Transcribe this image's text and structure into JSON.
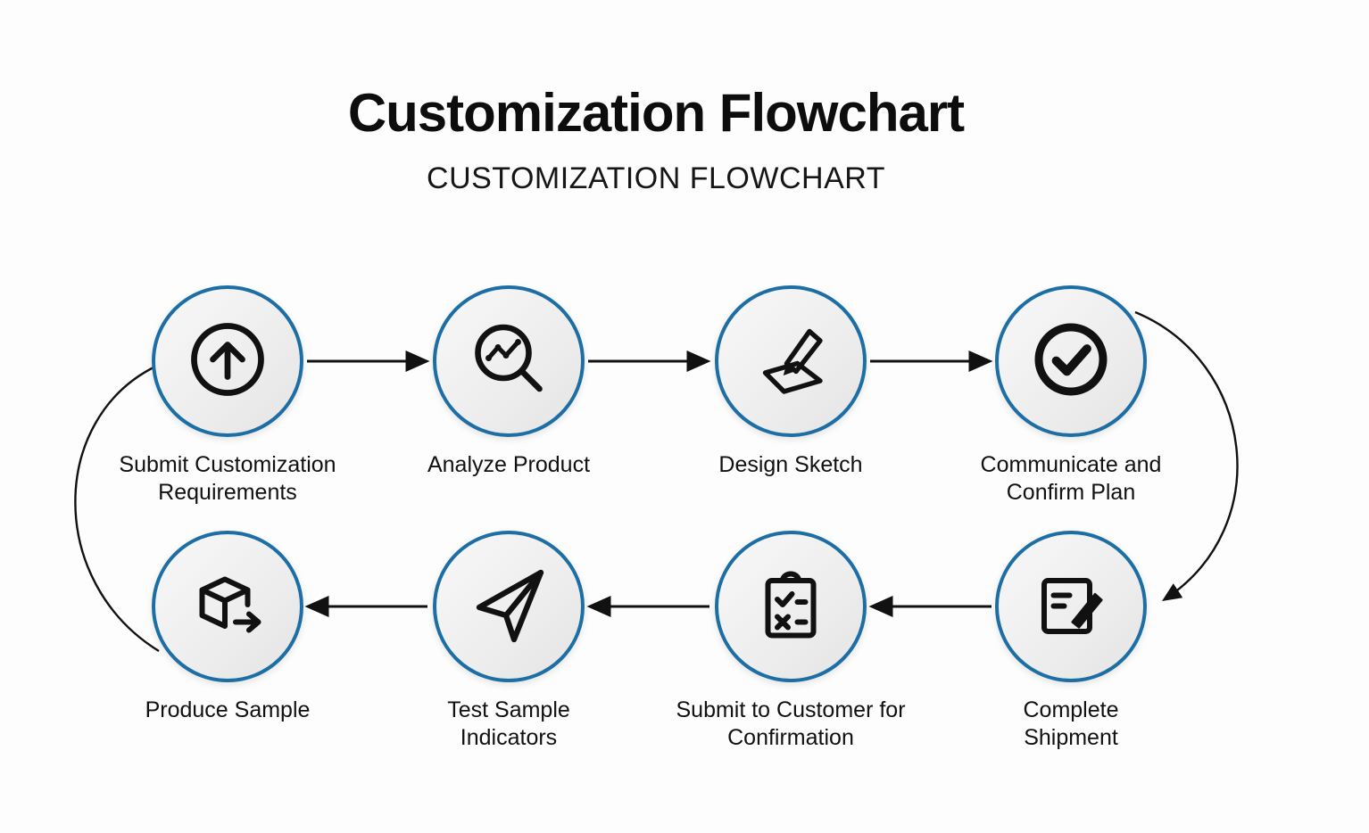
{
  "title": "Customization Flowchart",
  "subtitle": "CUSTOMIZATION FLOWCHART",
  "colors": {
    "circle_border": "#1c6ea4",
    "icon": "#111111",
    "arrow": "#111111",
    "background": "#fdfdfd"
  },
  "nodes": [
    {
      "id": "submit-requirements",
      "label": "Submit Customization Requirements",
      "icon": "arrow-up-circle-icon"
    },
    {
      "id": "analyze-product",
      "label": "Analyze Product",
      "icon": "magnifier-chart-icon"
    },
    {
      "id": "design-sketch",
      "label": "Design Sketch",
      "icon": "pencil-sketch-icon"
    },
    {
      "id": "confirm-plan",
      "label": "Communicate and Confirm Plan",
      "icon": "check-circle-icon"
    },
    {
      "id": "complete-shipment",
      "label": "Complete Shipment",
      "icon": "document-edit-icon"
    },
    {
      "id": "submit-to-customer",
      "label": "Submit to Customer for Confirmation",
      "icon": "clipboard-checklist-icon"
    },
    {
      "id": "test-sample",
      "label": "Test Sample Indicators",
      "icon": "paper-plane-icon"
    },
    {
      "id": "produce-sample",
      "label": "Produce Sample",
      "icon": "package-arrow-icon"
    }
  ],
  "edges": [
    {
      "from": "submit-requirements",
      "to": "analyze-product"
    },
    {
      "from": "analyze-product",
      "to": "design-sketch"
    },
    {
      "from": "design-sketch",
      "to": "confirm-plan"
    },
    {
      "from": "confirm-plan",
      "to": "complete-shipment"
    },
    {
      "from": "complete-shipment",
      "to": "submit-to-customer"
    },
    {
      "from": "submit-to-customer",
      "to": "test-sample"
    },
    {
      "from": "test-sample",
      "to": "produce-sample"
    },
    {
      "from": "produce-sample",
      "to": "submit-requirements"
    }
  ]
}
